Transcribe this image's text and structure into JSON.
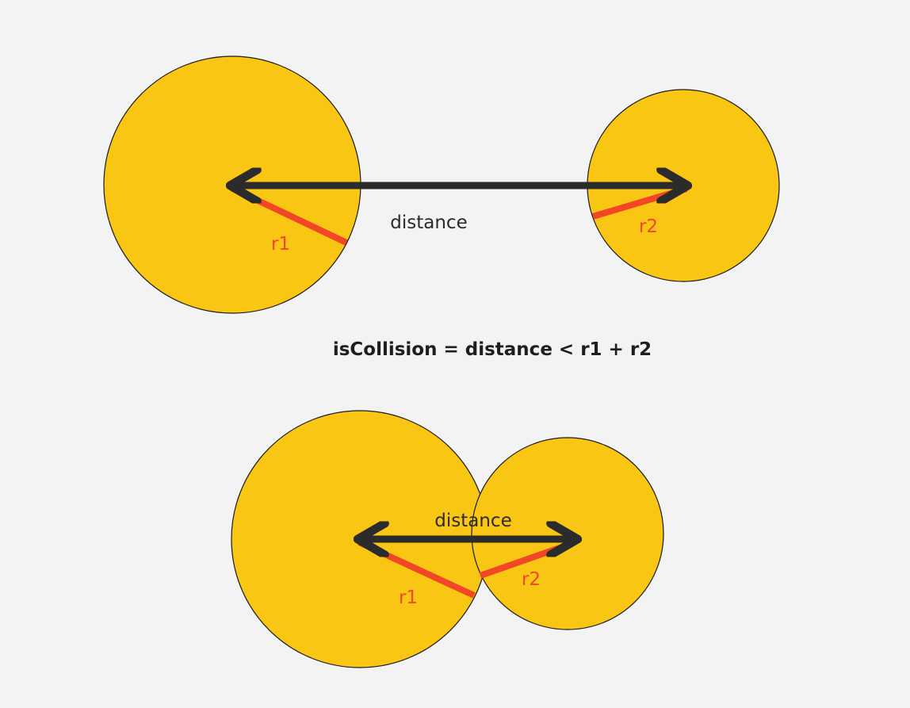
{
  "colors": {
    "background": "#f3f3f3",
    "circle_fill": "#f9c613",
    "circle_stroke": "#1a1a1a",
    "radius_line": "#f24726",
    "radius_label": "#f24726",
    "distance_arrow": "#2b2b2b",
    "distance_label": "#2b2b2b",
    "formula_text": "#1e1e1e"
  },
  "formula": "isCollision = distance < r1 + r2",
  "scenario_separate": {
    "distance_label": "distance",
    "r1_label": "r1",
    "r2_label": "r2"
  },
  "scenario_colliding": {
    "distance_label": "distance",
    "r1_label": "r1",
    "r2_label": "r2"
  }
}
